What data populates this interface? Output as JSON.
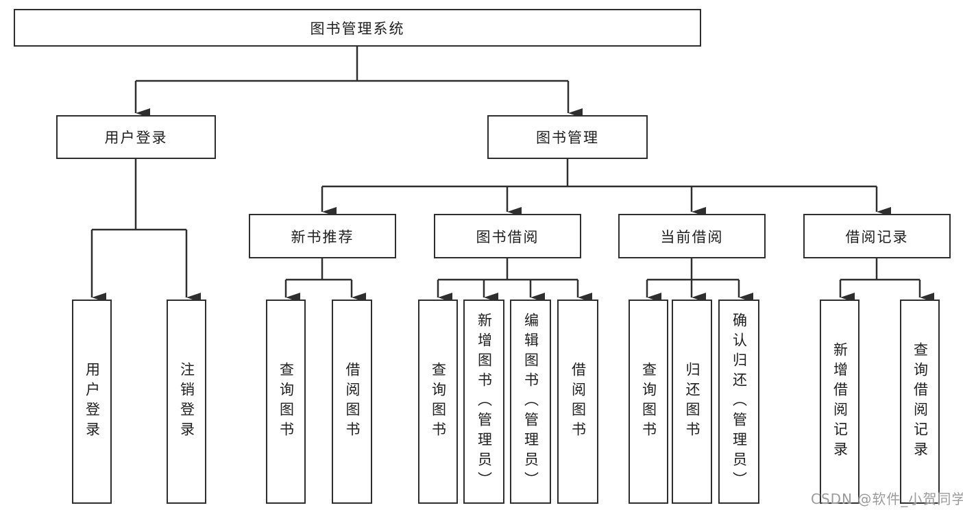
{
  "diagram_type": "org-structure-chart",
  "colors": {
    "line": "#2e2e2e",
    "text": "#1f1f1f",
    "background": "#ffffff",
    "watermark": "#9b9b9b"
  },
  "tree": {
    "label": "图书管理系统",
    "children": [
      {
        "label": "用户登录",
        "children": [
          {
            "label": "用户登录"
          },
          {
            "label": "注销登录"
          }
        ]
      },
      {
        "label": "图书管理",
        "children": [
          {
            "label": "新书推荐",
            "children": [
              {
                "label": "查询图书"
              },
              {
                "label": "借阅图书"
              }
            ]
          },
          {
            "label": "图书借阅",
            "children": [
              {
                "label": "查询图书"
              },
              {
                "label": "新增图书（管理员）"
              },
              {
                "label": "编辑图书（管理员）"
              },
              {
                "label": "借阅图书"
              }
            ]
          },
          {
            "label": "当前借阅",
            "children": [
              {
                "label": "查询图书"
              },
              {
                "label": "归还图书"
              },
              {
                "label": "确认归还（管理员）"
              }
            ]
          },
          {
            "label": "借阅记录",
            "children": [
              {
                "label": "新增借阅记录"
              },
              {
                "label": "查询借阅记录"
              }
            ]
          }
        ]
      }
    ]
  },
  "watermark": {
    "text": "CSDN @软件_小贺同学"
  }
}
